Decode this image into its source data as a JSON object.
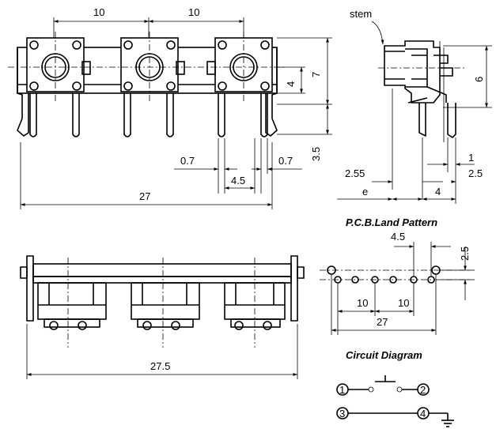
{
  "top_view": {
    "dim_pitch_left": "10",
    "dim_pitch_right": "10",
    "dim_body_height": "7",
    "dim_inner": "4",
    "dim_lead": "3.5",
    "dim_left_offset": "0.7",
    "dim_right_offset": "0.7",
    "dim_pin_spacing": "4.5",
    "dim_total_width": "27"
  },
  "side_view": {
    "stem_label": "stem",
    "dim_height": "6",
    "dim_pin": "1",
    "dim_offset": "2.55",
    "dim_e": "e",
    "dim_4": "4",
    "dim_2_5": "2.5"
  },
  "front_view": {
    "dim_width": "27.5"
  },
  "pcb_land": {
    "title": "P.C.B.Land Pattern",
    "dim_4_5": "4.5",
    "dim_2_5": "2.5",
    "dim_10_left": "10",
    "dim_10_right": "10",
    "dim_27": "27"
  },
  "circuit": {
    "title": "Circuit Diagram",
    "pin1": "1",
    "pin2": "2",
    "pin3": "3",
    "pin4": "4"
  }
}
